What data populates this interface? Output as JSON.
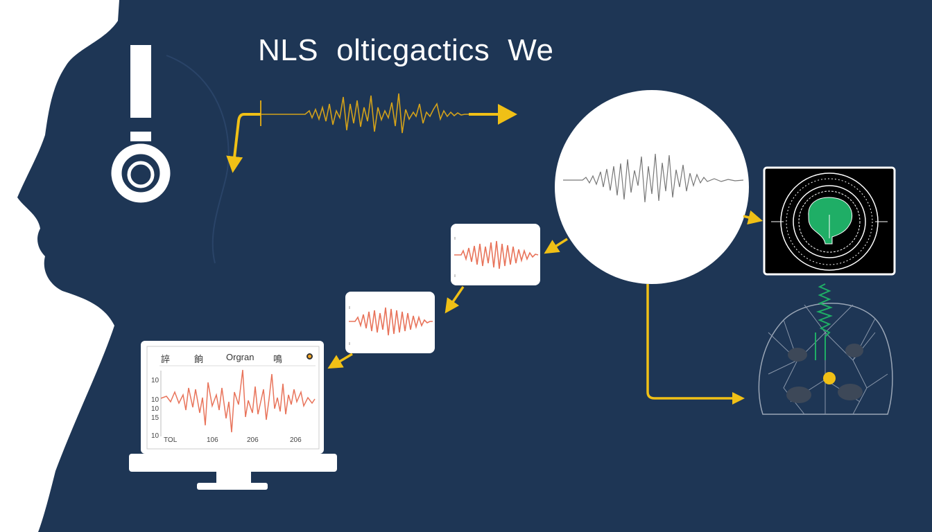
{
  "title": {
    "words": [
      "NLS",
      "olticgactics",
      "We"
    ]
  },
  "colors": {
    "background": "#1e3655",
    "silhouette": "#ffffff",
    "arrow": "#f0c016",
    "wave_gray": "#666666",
    "wave_orange": "#e8735a",
    "wave_gold": "#d4a21a",
    "brain_green": "#1fae66",
    "node_yellow": "#f0c016"
  },
  "icons": {
    "headphone": "headphone-icon",
    "monitor": "monitor-icon",
    "brain_scan": "brain-scan-icon",
    "brain_network": "brain-network-icon"
  },
  "monitor_chart": {
    "header": [
      "誶",
      "餉",
      "Orgran",
      "鳴"
    ],
    "y_ticks": [
      "10",
      "10",
      "10",
      "15",
      "10"
    ],
    "x_ticks": [
      "TOL",
      "106",
      "206",
      "206"
    ]
  }
}
